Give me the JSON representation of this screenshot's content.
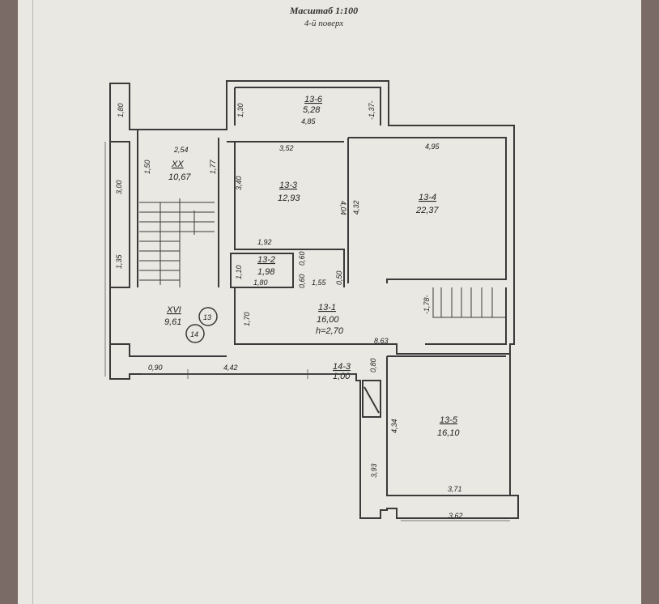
{
  "header": {
    "scale": "Масштаб 1:100",
    "floor": "4-й поверх"
  },
  "rooms": [
    {
      "id": "13-6",
      "area": "5,28"
    },
    {
      "id": "XX",
      "area": "10,67"
    },
    {
      "id": "13-3",
      "area": "12,93"
    },
    {
      "id": "13-4",
      "area": "22,37"
    },
    {
      "id": "13-2",
      "area": "1,98"
    },
    {
      "id": "XVI",
      "area": "9,61"
    },
    {
      "id": "13-1",
      "area": "16,00",
      "height": "h=2,70"
    },
    {
      "id": "14-3",
      "area": "1,00"
    },
    {
      "id": "13-5",
      "area": "16,10"
    }
  ],
  "markers": [
    "13",
    "14"
  ],
  "dimensions": {
    "d_1_80": "1,80",
    "d_1_30a": "1,30",
    "d_4_85": "4,85",
    "d_1_37": "-1,37-",
    "d_2_54": "2,54",
    "d_1_50": "1,50",
    "d_1_77": "1,77",
    "d_3_52": "3,52",
    "d_4_95": "4,95",
    "d_3_00": "3,00",
    "d_3_40": "3,40",
    "d_4_04": "4,04",
    "d_4_32": "4,32",
    "d_1_92": "1,92",
    "d_1_35": "1,35",
    "d_1_10": "1,10",
    "d_0_60a": "0,60",
    "d_0_60b": "0,60",
    "d_1_80b": "1,80",
    "d_1_55": "1,55",
    "d_0_50": "0,50",
    "d_1_70": "1,70",
    "d_1_78": "-1,78-",
    "d_8_63": "8,63",
    "d_0_90": "0,90",
    "d_4_42": "4,42",
    "d_0_80": "0,80",
    "d_4_34": "4,34",
    "d_3_93": "3,93",
    "d_3_71": "3,71",
    "d_3_62": "3,62"
  },
  "colors": {
    "paper": "#e9e8e2",
    "wall": "#3a3a3a",
    "ink": "#222222"
  }
}
